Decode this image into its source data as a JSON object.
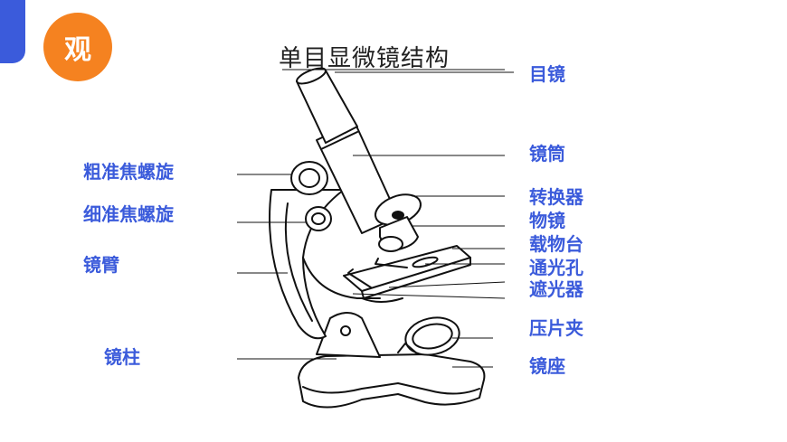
{
  "badge": {
    "text": "观",
    "color": "#f58220"
  },
  "accent": "#3b5bdb",
  "title": "单目显微镜结构",
  "labels_left": [
    "粗准焦螺旋",
    "细准焦螺旋",
    "镜臂",
    "镜柱"
  ],
  "labels_right": [
    "目镜",
    "镜筒",
    "转换器",
    "物镜",
    "载物台",
    "通光孔",
    "遮光器",
    "压片夹",
    "镜座"
  ]
}
